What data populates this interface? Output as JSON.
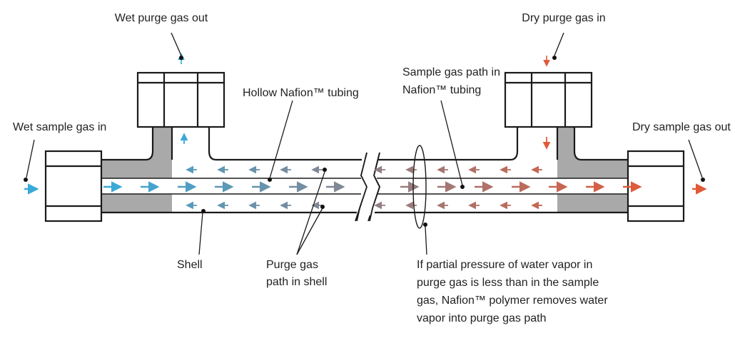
{
  "labels": {
    "wet_purge_out": "Wet purge gas out",
    "dry_purge_in": "Dry purge gas in",
    "wet_sample_in": "Wet sample gas in",
    "dry_sample_out": "Dry sample gas out",
    "hollow_tubing": "Hollow Nafion™ tubing",
    "sample_path": [
      "Sample gas path in",
      "Nafion™ tubing"
    ],
    "shell": "Shell",
    "purge_path": [
      "Purge gas",
      "path in shell"
    ],
    "partial_pressure_note": [
      "If partial pressure of water vapor in",
      "purge gas is less than in the sample",
      "gas, Nafion™ polymer removes water",
      "vapor into purge gas path"
    ]
  },
  "colors": {
    "wet_gas": "#3aa9d8",
    "dry_gas": "#e05a3a",
    "shell_gray": "#a9a9a9",
    "outline": "#1a1a1a"
  }
}
